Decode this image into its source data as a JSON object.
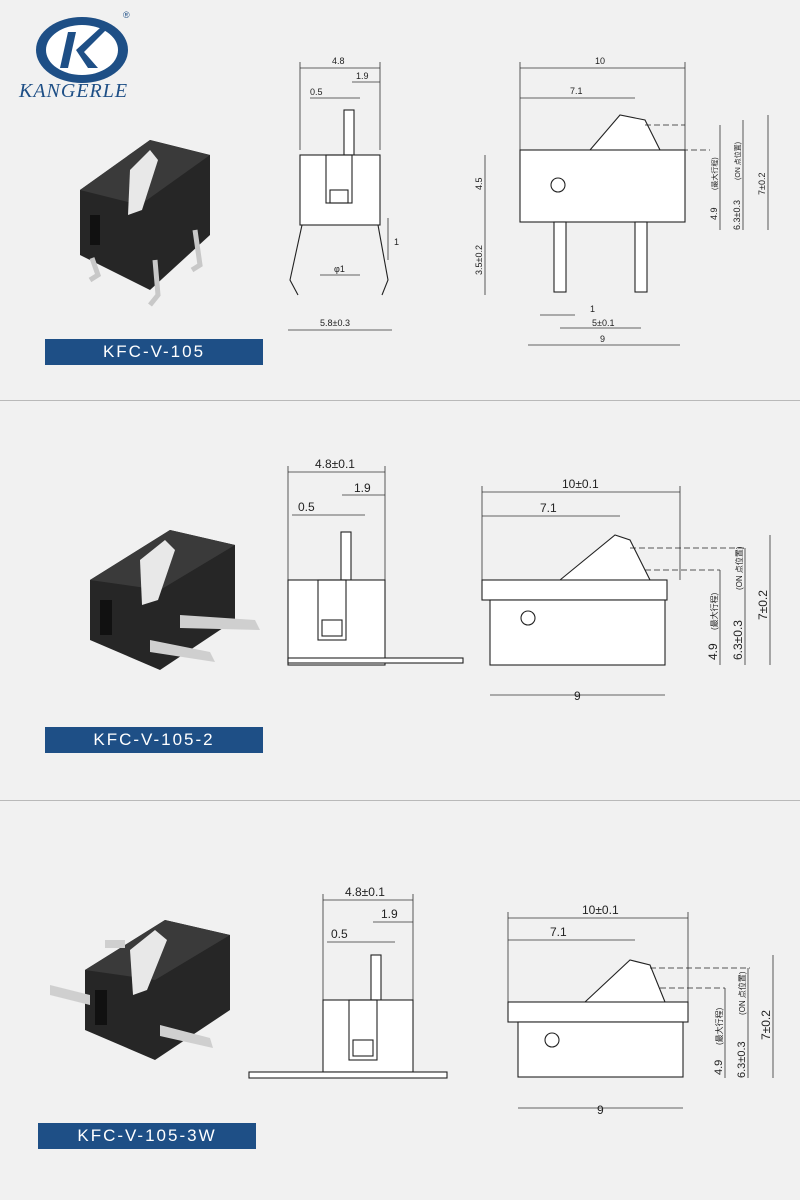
{
  "brand": {
    "name": "KANGERLE",
    "registered_mark": "®",
    "primary_color": "#1e4f86"
  },
  "products": [
    {
      "model": "KFC-V-105",
      "side_view": {
        "width_total": "4.8",
        "offset": "1.9",
        "lever": "0.5",
        "pin_len": "1",
        "pin_dia": "φ1",
        "pin_span": "5.8±0.3"
      },
      "front_view": {
        "length": "10",
        "lever_pos": "7.1",
        "body_h": "4.5",
        "pin_h": "3.5±0.2",
        "pin_w": "1",
        "pin_pitch": "5±0.1",
        "base": "9",
        "travel": "4.9",
        "travel_note": "(最大行程)",
        "on_pos": "6.3±0.3",
        "on_note": "(ON 点位置)",
        "height": "7±0.2"
      }
    },
    {
      "model": "KFC-V-105-2",
      "side_view": {
        "width_total": "4.8±0.1",
        "offset": "1.9",
        "lever": "0.5"
      },
      "front_view": {
        "length": "10±0.1",
        "lever_pos": "7.1",
        "base": "9",
        "travel": "4.9",
        "travel_note": "(最大行程)",
        "on_pos": "6.3±0.3",
        "on_note": "(ON 点位置)",
        "height": "7±0.2"
      }
    },
    {
      "model": "KFC-V-105-3W",
      "side_view": {
        "width_total": "4.8±0.1",
        "offset": "1.9",
        "lever": "0.5"
      },
      "front_view": {
        "length": "10±0.1",
        "lever_pos": "7.1",
        "base": "9",
        "travel": "4.9",
        "travel_note": "(最大行程)",
        "on_pos": "6.3±0.3",
        "on_note": "(ON 点位置)",
        "height": "7±0.2"
      }
    }
  ]
}
